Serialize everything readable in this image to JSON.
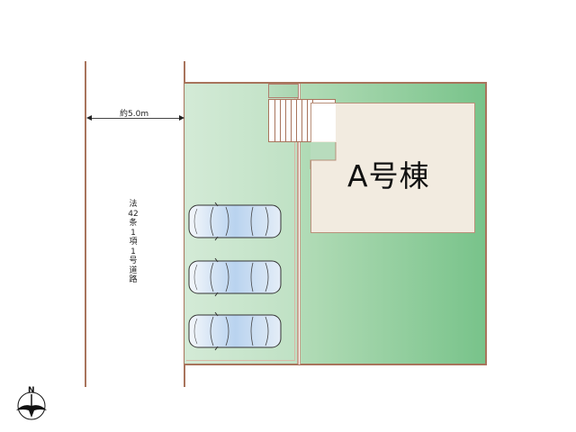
{
  "site_plan": {
    "road": {
      "label": "法42条1項1号道路",
      "width_label": "約5.0m"
    },
    "building": {
      "label": "A号棟"
    },
    "parking": {
      "car_count": 3,
      "cars": [
        {
          "slot": 1
        },
        {
          "slot": 2
        },
        {
          "slot": 3
        }
      ]
    },
    "compass": {
      "north_label": "N"
    },
    "colors": {
      "boundary": "#a8745c",
      "garden_light": "#cfe7d2",
      "garden_dark": "#78c38a",
      "house_fill": "#f2ebe0",
      "text": "#111111"
    }
  }
}
